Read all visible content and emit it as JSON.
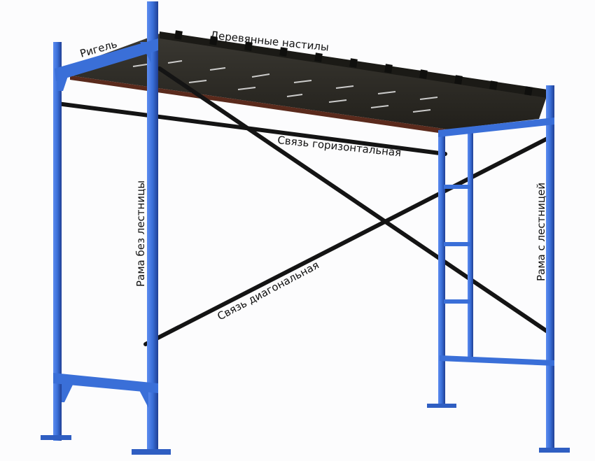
{
  "diagram": {
    "subject": "Frame scaffolding with labeled components",
    "colors": {
      "frame_blue": "#3a6fd8",
      "frame_blue_dark": "#1f3f94",
      "brace_black": "#141414",
      "deck_dark": "#2c2a24",
      "deck_edge": "#5a2a1c",
      "background": "#fcfcfd"
    },
    "labels": {
      "rigel": "Ригель",
      "wooden_decks": "Деревянные настилы",
      "horizontal_brace": "Связь горизонтальная",
      "frame_without_ladder": "Рама без лестницы",
      "diagonal_brace": "Связь диагональная",
      "frame_with_ladder": "Рама с лестницей"
    }
  }
}
